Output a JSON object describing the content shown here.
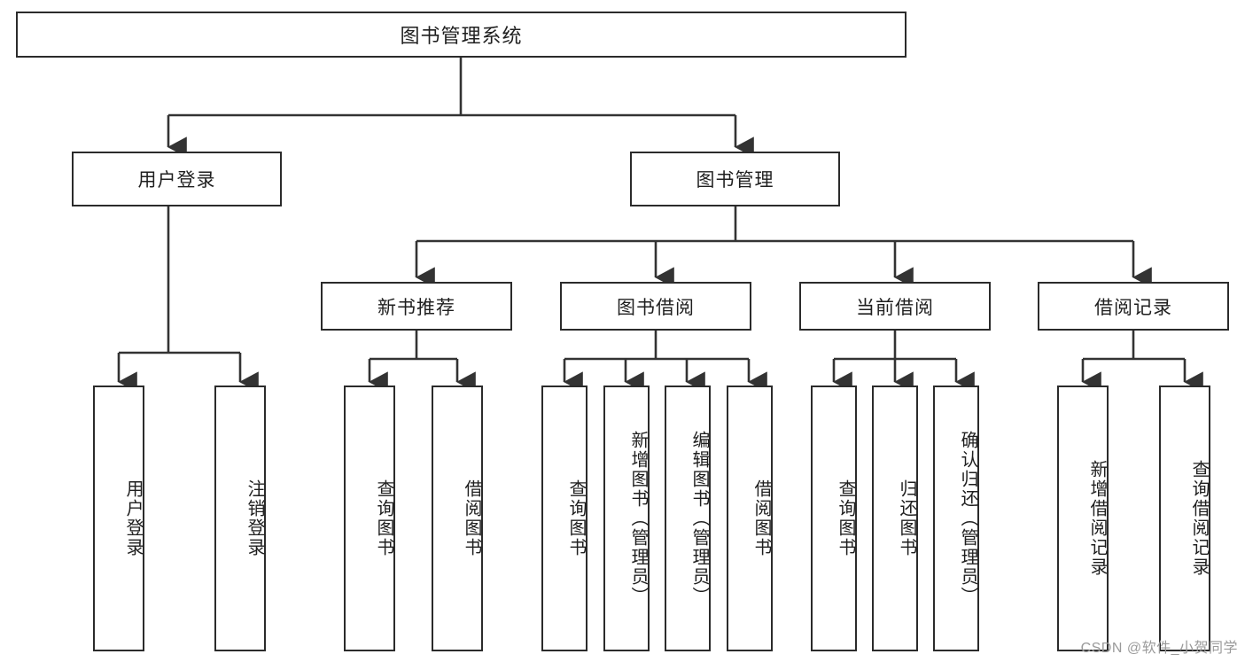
{
  "diagram": {
    "type": "tree-hierarchy-chart",
    "title": "图书管理系统",
    "colors": {
      "background": "#ffffff",
      "box_stroke": "#2b2b2b",
      "box_fill": "#ffffff",
      "edge_stroke": "#333333",
      "text": "#1f1f1f",
      "watermark": "#9a9a9a"
    },
    "root": {
      "label": "图书管理系统"
    },
    "level1": [
      {
        "id": "user-login",
        "label": "用户登录"
      },
      {
        "id": "book-management",
        "label": "图书管理"
      }
    ],
    "level2": [
      {
        "id": "new-book-recommend",
        "label": "新书推荐"
      },
      {
        "id": "book-borrow",
        "label": "图书借阅"
      },
      {
        "id": "current-borrow",
        "label": "当前借阅"
      },
      {
        "id": "borrow-record",
        "label": "借阅记录"
      }
    ],
    "leaves": {
      "user_login": [
        {
          "id": "leaf-user-login",
          "label": "用户登录"
        },
        {
          "id": "leaf-logout-login",
          "label": "注销登录"
        }
      ],
      "new_book_recommend": [
        {
          "id": "leaf-query-book-1",
          "label": "查询图书"
        },
        {
          "id": "leaf-borrow-book-1",
          "label": "借阅图书"
        }
      ],
      "book_borrow": [
        {
          "id": "leaf-query-book-2",
          "label": "查询图书"
        },
        {
          "id": "leaf-add-book",
          "label": "新增图书（管理员）"
        },
        {
          "id": "leaf-edit-book",
          "label": "编辑图书（管理员）"
        },
        {
          "id": "leaf-borrow-book-2",
          "label": "借阅图书"
        }
      ],
      "current_borrow": [
        {
          "id": "leaf-query-book-3",
          "label": "查询图书"
        },
        {
          "id": "leaf-return-book",
          "label": "归还图书"
        },
        {
          "id": "leaf-confirm-return",
          "label": "确认归还（管理员）"
        }
      ],
      "borrow_record": [
        {
          "id": "leaf-add-record",
          "label": "新增借阅记录"
        },
        {
          "id": "leaf-query-record",
          "label": "查询借阅记录"
        }
      ]
    }
  },
  "watermark": {
    "text": "CSDN @软件_小贺同学"
  }
}
